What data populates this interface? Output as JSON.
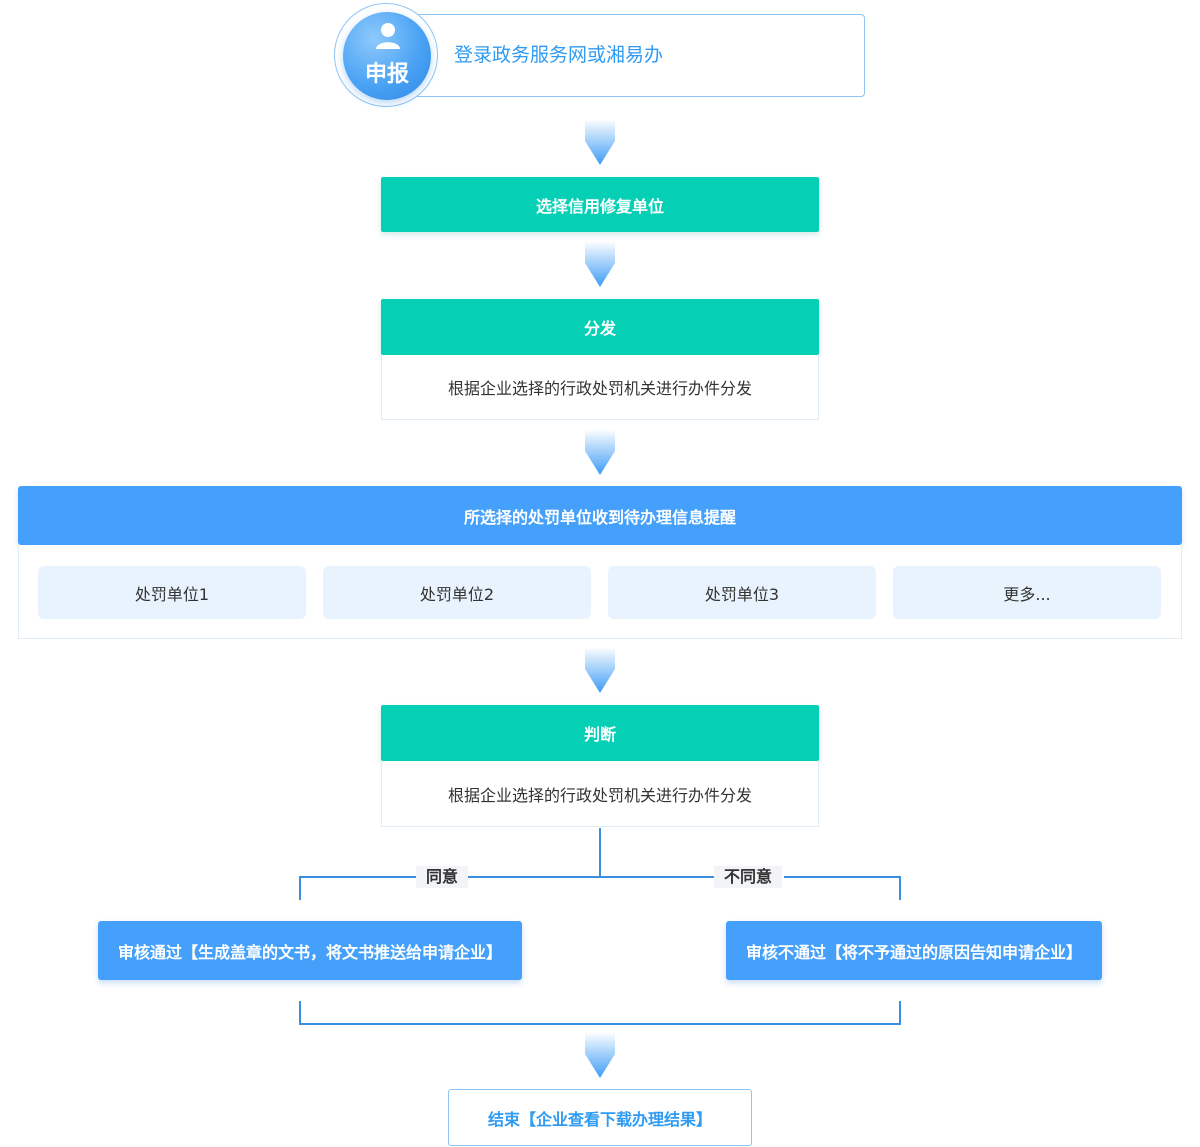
{
  "apply": {
    "badge_label": "申报",
    "text": "登录政务服务网或湘易办",
    "icon": "user-icon"
  },
  "step_select": {
    "title": "选择信用修复单位"
  },
  "step_distribute": {
    "title": "分发",
    "desc": "根据企业选择的行政处罚机关进行办件分发"
  },
  "step_notify": {
    "title": "所选择的处罚单位收到待办理信息提醒",
    "units": [
      "处罚单位1",
      "处罚单位2",
      "处罚单位3",
      "更多..."
    ]
  },
  "step_judge": {
    "title": "判断",
    "desc": "根据企业选择的行政处罚机关进行办件分发"
  },
  "branches": {
    "agree_label": "同意",
    "disagree_label": "不同意",
    "agree_result": "审核通过【生成盖章的文书，将文书推送给申请企业】",
    "disagree_result": "审核不通过【将不予通过的原因告知申请企业】"
  },
  "end": {
    "text": "结束【企业查看下载办理结果】"
  },
  "colors": {
    "green": "#05d0b6",
    "blue": "#44a0fb",
    "line": "#3a8fe0",
    "text_blue": "#2f9bf2"
  }
}
